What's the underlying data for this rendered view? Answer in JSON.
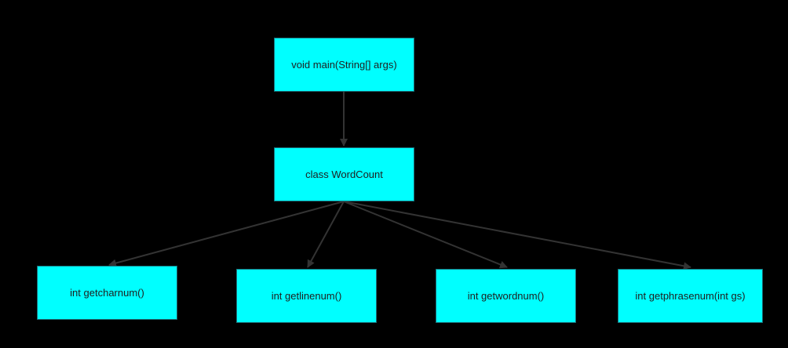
{
  "colors": {
    "background": "#000000",
    "node_fill": "#00ffff",
    "node_border": "#1a6f78",
    "node_text": "#1f1f1f",
    "edge": "#333333"
  },
  "nodes": {
    "main": {
      "label": "void main(String[] args)"
    },
    "class": {
      "label": "class WordCount"
    },
    "char": {
      "label": "int getcharnum()"
    },
    "line": {
      "label": "int getlinenum()"
    },
    "word": {
      "label": "int getwordnum()"
    },
    "phrase": {
      "label": "int getphrasenum(int gs)"
    }
  },
  "edges": [
    {
      "from": "main",
      "to": "class"
    },
    {
      "from": "class",
      "to": "char"
    },
    {
      "from": "class",
      "to": "line"
    },
    {
      "from": "class",
      "to": "word"
    },
    {
      "from": "class",
      "to": "phrase"
    }
  ]
}
